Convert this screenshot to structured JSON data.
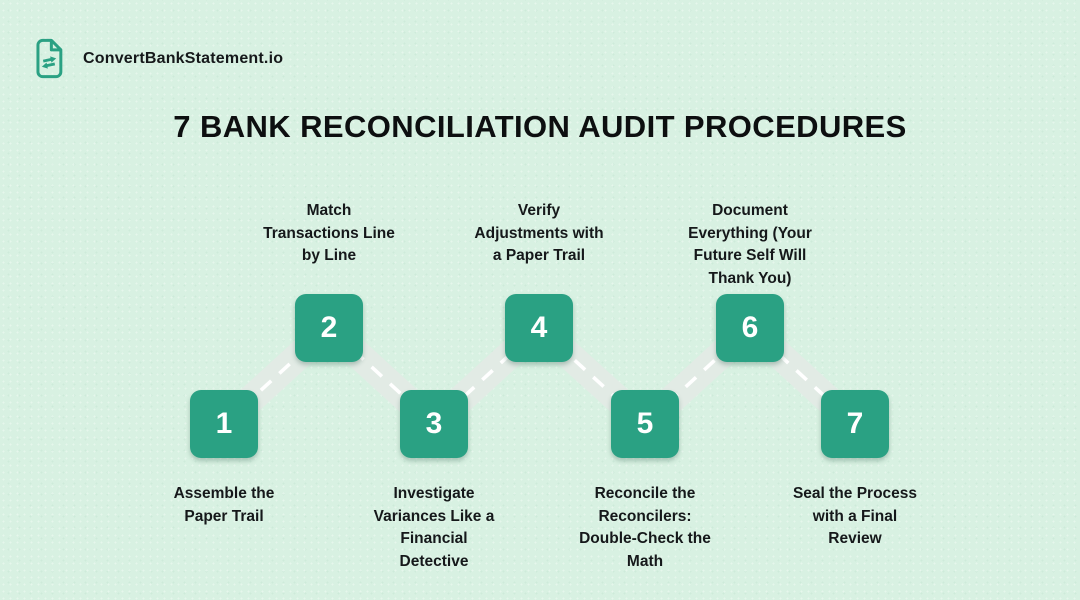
{
  "brand": {
    "name": "ConvertBankStatement.io",
    "icon": "document-convert-arrows-icon"
  },
  "title": "7 BANK RECONCILIATION AUDIT PROCEDURES",
  "colors": {
    "background": "#d8f1e2",
    "accent_green": "#2aa183",
    "connector_band": "#e2ebe5",
    "connector_dash": "#ffffff",
    "text": "#15181a"
  },
  "steps": [
    {
      "number": "1",
      "label": "Assemble the\nPaper Trail",
      "label_position": "below"
    },
    {
      "number": "2",
      "label": "Match\nTransactions Line\nby Line",
      "label_position": "above"
    },
    {
      "number": "3",
      "label": "Investigate\nVariances Like a\nFinancial\nDetective",
      "label_position": "below"
    },
    {
      "number": "4",
      "label": "Verify\nAdjustments with\na Paper Trail",
      "label_position": "above"
    },
    {
      "number": "5",
      "label": "Reconcile the\nReconcilers:\nDouble-Check the\nMath",
      "label_position": "below"
    },
    {
      "number": "6",
      "label": "Document\nEverything (Your\nFuture Self Will\nThank You)",
      "label_position": "above"
    },
    {
      "number": "7",
      "label": "Seal the Process\nwith a Final\nReview",
      "label_position": "below"
    }
  ]
}
